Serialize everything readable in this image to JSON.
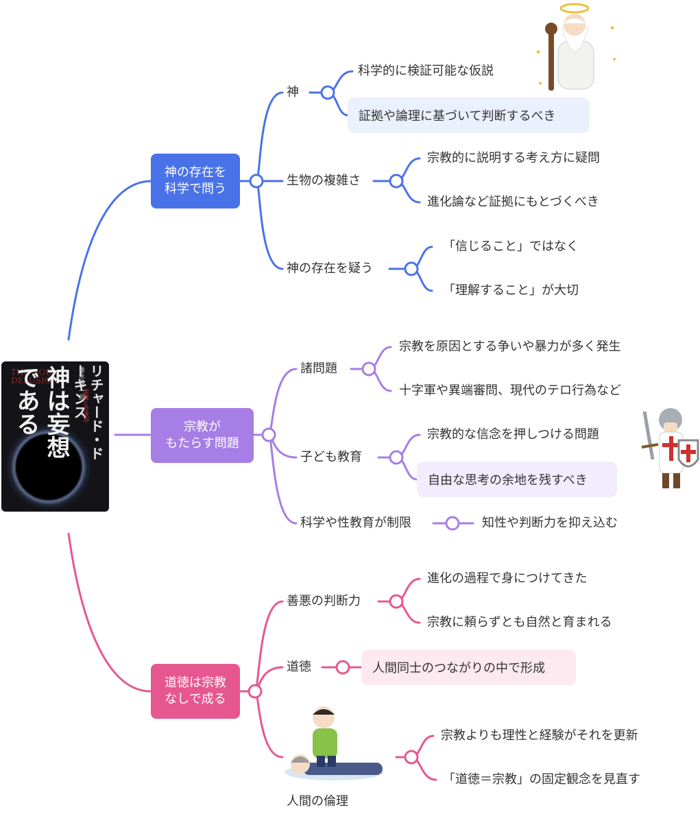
{
  "book": {
    "title": "神は妄想である",
    "author": "リチャード・ドーキンス",
    "english_title": "THE GOD DELUSION",
    "translator": "垂水雄二 訳",
    "subtitle": "宗教との決別"
  },
  "branches": [
    {
      "label": "神の存在を\n科学で問う",
      "color": "#4a72e8",
      "children": [
        {
          "label": "神",
          "leaves": [
            {
              "text": "科学的に検証可能な仮説",
              "highlight": false
            },
            {
              "text": "証拠や論理に基づいて判断するべき",
              "highlight": true
            }
          ]
        },
        {
          "label": "生物の複雑さ",
          "leaves": [
            {
              "text": "宗教的に説明する考え方に疑問",
              "highlight": false
            },
            {
              "text": "進化論など証拠にもとづくべき",
              "highlight": false
            }
          ]
        },
        {
          "label": "神の存在を疑う",
          "leaves": [
            {
              "text": "「信じること」ではなく",
              "highlight": false
            },
            {
              "text": "「理解すること」が大切",
              "highlight": false
            }
          ]
        }
      ]
    },
    {
      "label": "宗教が\nもたらす問題",
      "color": "#a77de6",
      "children": [
        {
          "label": "諸問題",
          "leaves": [
            {
              "text": "宗教を原因とする争いや暴力が多く発生",
              "highlight": false
            },
            {
              "text": "十字軍や異端審問、現代のテロ行為など",
              "highlight": false
            }
          ]
        },
        {
          "label": "子ども教育",
          "leaves": [
            {
              "text": "宗教的な信念を押しつける問題",
              "highlight": false
            },
            {
              "text": "自由な思考の余地を残すべき",
              "highlight": true
            }
          ]
        },
        {
          "label": "科学や性教育が制限",
          "leaves": [
            {
              "text": "知性や判断力を抑え込む",
              "highlight": false
            }
          ]
        }
      ]
    },
    {
      "label": "道徳は宗教\nなしで成る",
      "color": "#e7578f",
      "children": [
        {
          "label": "善悪の判断力",
          "leaves": [
            {
              "text": "進化の過程で身につけてきた",
              "highlight": false
            },
            {
              "text": "宗教に頼らずとも自然と育まれる",
              "highlight": false
            }
          ]
        },
        {
          "label": "道徳",
          "leaves": [
            {
              "text": "人間同士のつながりの中で形成",
              "highlight": true
            }
          ]
        },
        {
          "label": "人間の倫理",
          "leaves": [
            {
              "text": "宗教よりも理性と経験がそれを更新",
              "highlight": false
            },
            {
              "text": "「道徳＝宗教」の固定観念を見直す",
              "highlight": false
            }
          ]
        }
      ]
    }
  ],
  "illustrations": [
    {
      "name": "god-elder-icon",
      "branch": 0
    },
    {
      "name": "crusader-knight-icon",
      "branch": 1
    },
    {
      "name": "cpr-rescue-icon",
      "branch": 2
    }
  ]
}
